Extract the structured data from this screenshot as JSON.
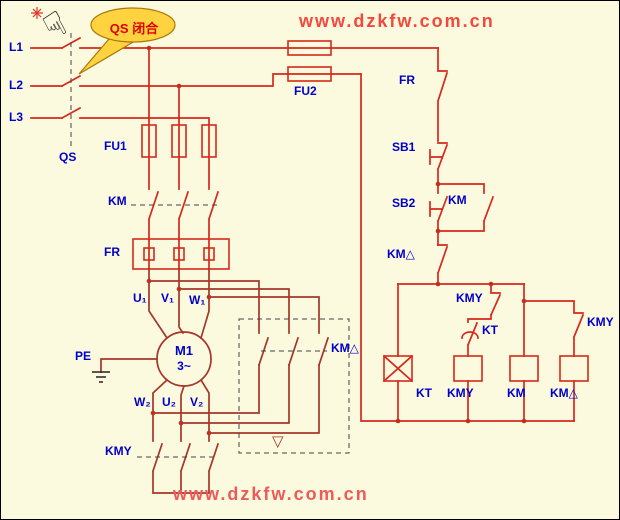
{
  "labels": {
    "l1": "L1",
    "l2": "L2",
    "l3": "L3",
    "qs": "QS",
    "fu1": "FU1",
    "fu2": "FU2",
    "km_main": "KM",
    "fr_main": "FR",
    "u1": "U₁",
    "v1": "V₁",
    "w1": "W₁",
    "w2": "W₂",
    "u2": "U₂",
    "v2": "V₂",
    "pe": "PE",
    "motor_name": "M1",
    "motor_phase": "3~",
    "kmy_main": "KMY",
    "km_delta_main": "KM△",
    "delta_symbol": "▽",
    "fr_aux": "FR",
    "sb1": "SB1",
    "sb2": "SB2",
    "km_aux": "KM",
    "km_delta_nc": "KM△",
    "kmy_nc_left": "KMY",
    "kt_contact": "KT",
    "kmy_nc_right": "KMY",
    "coil_kt": "KT",
    "coil_kmy": "KMY",
    "coil_km": "KM",
    "coil_km_delta": "KM△"
  },
  "callout": {
    "text": "QS 闭合"
  },
  "watermark": {
    "top": "www.dzkfw.com.cn",
    "bottom": "www.dzkfw.com.cn"
  },
  "icons": {
    "hand": "☟"
  },
  "colors": {
    "wire": "#d8281c",
    "wire_dark": "#a5362a",
    "label": "#0000cd",
    "callout_bg": "#ffd23f",
    "callout_text": "#e00000",
    "watermark_top": "#f4473e",
    "watermark_bottom": "#ee5a5a",
    "background": "#fbf9de"
  }
}
